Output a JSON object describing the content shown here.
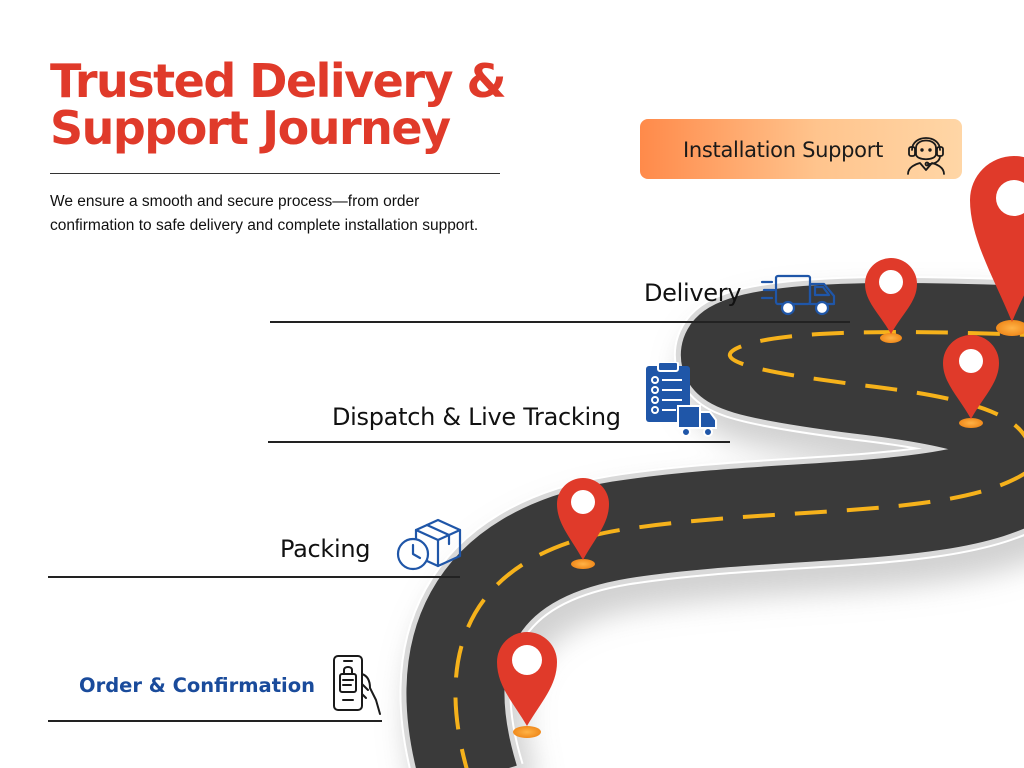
{
  "header": {
    "title_line1": "Trusted Delivery &",
    "title_line2": "Support Journey",
    "description_line1": "We ensure a smooth and secure process—from order",
    "description_line2": "confirmation to safe delivery and complete installation support."
  },
  "final_step": {
    "label": "Installation Support",
    "icon": "customer-support-headset-icon"
  },
  "steps": [
    {
      "label": "Delivery",
      "icon": "delivery-truck-icon"
    },
    {
      "label": "Dispatch & Live Tracking",
      "icon": "checklist-truck-icon"
    },
    {
      "label": "Packing",
      "icon": "box-clock-icon"
    },
    {
      "label": "Order & Confirmation",
      "icon": "phone-hand-icon"
    }
  ],
  "colors": {
    "title": "#e03a2a",
    "pin": "#e03a2a",
    "road": "#3a3a3a",
    "road_dash": "#f6b21b",
    "icon_blue": "#1f56a8",
    "highlight_text": "#1a4b9b",
    "badge_start": "#ff8a4a",
    "badge_end": "#ffd6a6"
  }
}
